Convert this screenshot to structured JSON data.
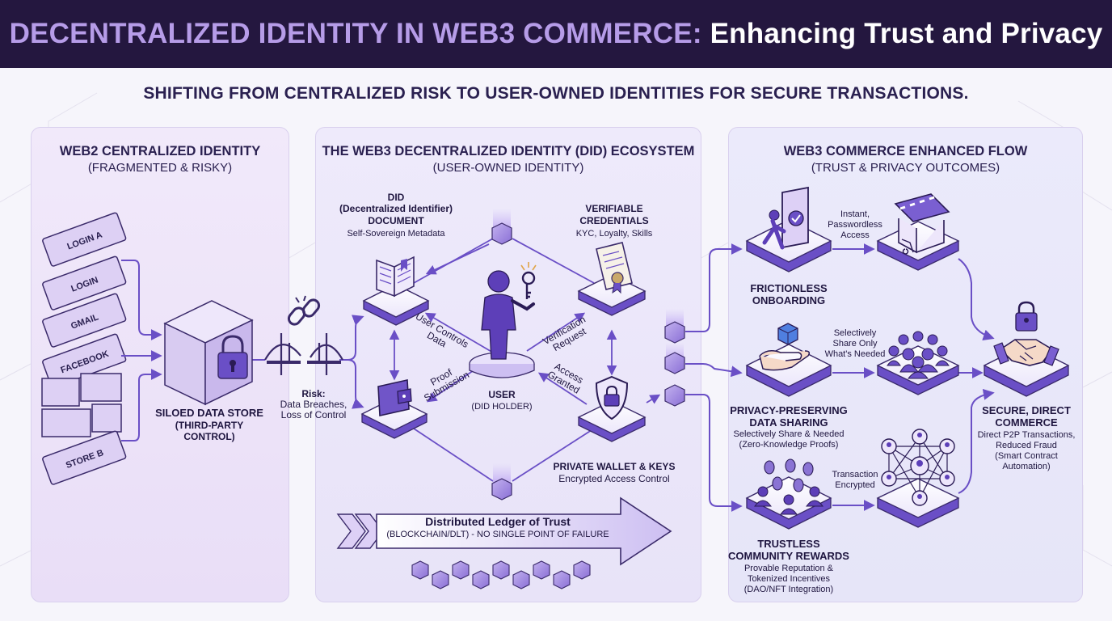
{
  "header": {
    "title_part1": "DECENTRALIZED IDENTITY IN WEB3 COMMERCE:",
    "title_part2": "Enhancing Trust and Privacy"
  },
  "subtitle": "SHIFTING FROM CENTRALIZED RISK TO USER-OWNED IDENTITIES FOR SECURE TRANSACTIONS.",
  "colors": {
    "header_bg": "#24173f",
    "accent_purple": "#6a4fc6",
    "title_accent": "#b69ce8",
    "panel_web2": "#ede3f8",
    "panel_web3": "#ebe7fa",
    "panel_commerce": "#e8e7f9"
  },
  "web2": {
    "title": "WEB2 CENTRALIZED IDENTITY",
    "subtitle": "(FRAGMENTED & RISKY)",
    "blocks": [
      "LOGIN A",
      "LOGIN",
      "GMAIL",
      "FACEBOOK",
      "STORE B"
    ],
    "store_label": "SILOED DATA STORE",
    "store_sub": "(THIRD-PARTY CONTROL)",
    "risk_title": "Risk:",
    "risk_text_1": "Data Breaches,",
    "risk_text_2": "Loss of Control",
    "icons": [
      "padlock-icon",
      "broken-chain-icon",
      "broken-bridge-icon"
    ]
  },
  "web3": {
    "title": "THE WEB3 DECENTRALIZED IDENTITY (DID) ECOSYSTEM",
    "subtitle": "(USER-OWNED IDENTITY)",
    "did": {
      "line1": "DID",
      "line2": "(Decentralized Identifier)",
      "line3": "DOCUMENT",
      "sub": "Self-Sovereign Metadata"
    },
    "vc": {
      "line1": "VERIFIABLE",
      "line2": "CREDENTIALS",
      "sub": "KYC, Loyalty, Skills"
    },
    "user": {
      "title": "USER",
      "sub": "(DID HOLDER)"
    },
    "wallet": {
      "title": "PRIVATE WALLET & KEYS",
      "sub": "Encrypted Access Control"
    },
    "edge_labels": {
      "user_controls": "User Controls Data",
      "verification": "Verification Request",
      "proof": "Proof Submission",
      "access": "Access Granted"
    },
    "ledger": {
      "title": "Distributed Ledger of Trust",
      "sub": "(BLOCKCHAIN/DLT) - NO SINGLE POINT OF FAILURE"
    },
    "icons": [
      "book-icon",
      "certificate-icon",
      "user-key-icon",
      "wallet-icon",
      "shield-lock-icon",
      "blockchain-cubes-icon"
    ]
  },
  "commerce": {
    "title": "WEB3 COMMERCE ENHANCED FLOW",
    "subtitle": "(TRUST & PRIVACY OUTCOMES)",
    "onboarding": {
      "title_1": "FRICTIONLESS",
      "title_2": "ONBOARDING",
      "arrow_1": "Instant,",
      "arrow_2": "Passwordless",
      "arrow_3": "Access"
    },
    "sharing": {
      "title_1": "PRIVACY-PRESERVING",
      "title_2": "DATA SHARING",
      "sub_1": "Selectively Share & Needed",
      "sub_2": "(Zero-Knowledge Proofs)",
      "arrow_1": "Selectively",
      "arrow_2": "Share Only",
      "arrow_3": "What's Needed"
    },
    "rewards": {
      "title_1": "TRUSTLESS",
      "title_2": "COMMUNITY REWARDS",
      "sub_1": "Provable Reputation &",
      "sub_2": "Tokenized Incentives",
      "sub_3": "(DAO/NFT Integration)",
      "arrow_1": "Transaction",
      "arrow_2": "Encrypted"
    },
    "result": {
      "title_1": "SECURE, DIRECT",
      "title_2": "COMMERCE",
      "sub_1": "Direct P2P Transactions,",
      "sub_2": "Reduced Fraud",
      "sub_3": "(Smart Contract",
      "sub_4": "Automation)"
    },
    "icons": [
      "person-door-icon",
      "storefront-icon",
      "hand-cube-icon",
      "community-icon",
      "coins-people-icon",
      "network-icon",
      "handshake-lock-icon"
    ]
  }
}
